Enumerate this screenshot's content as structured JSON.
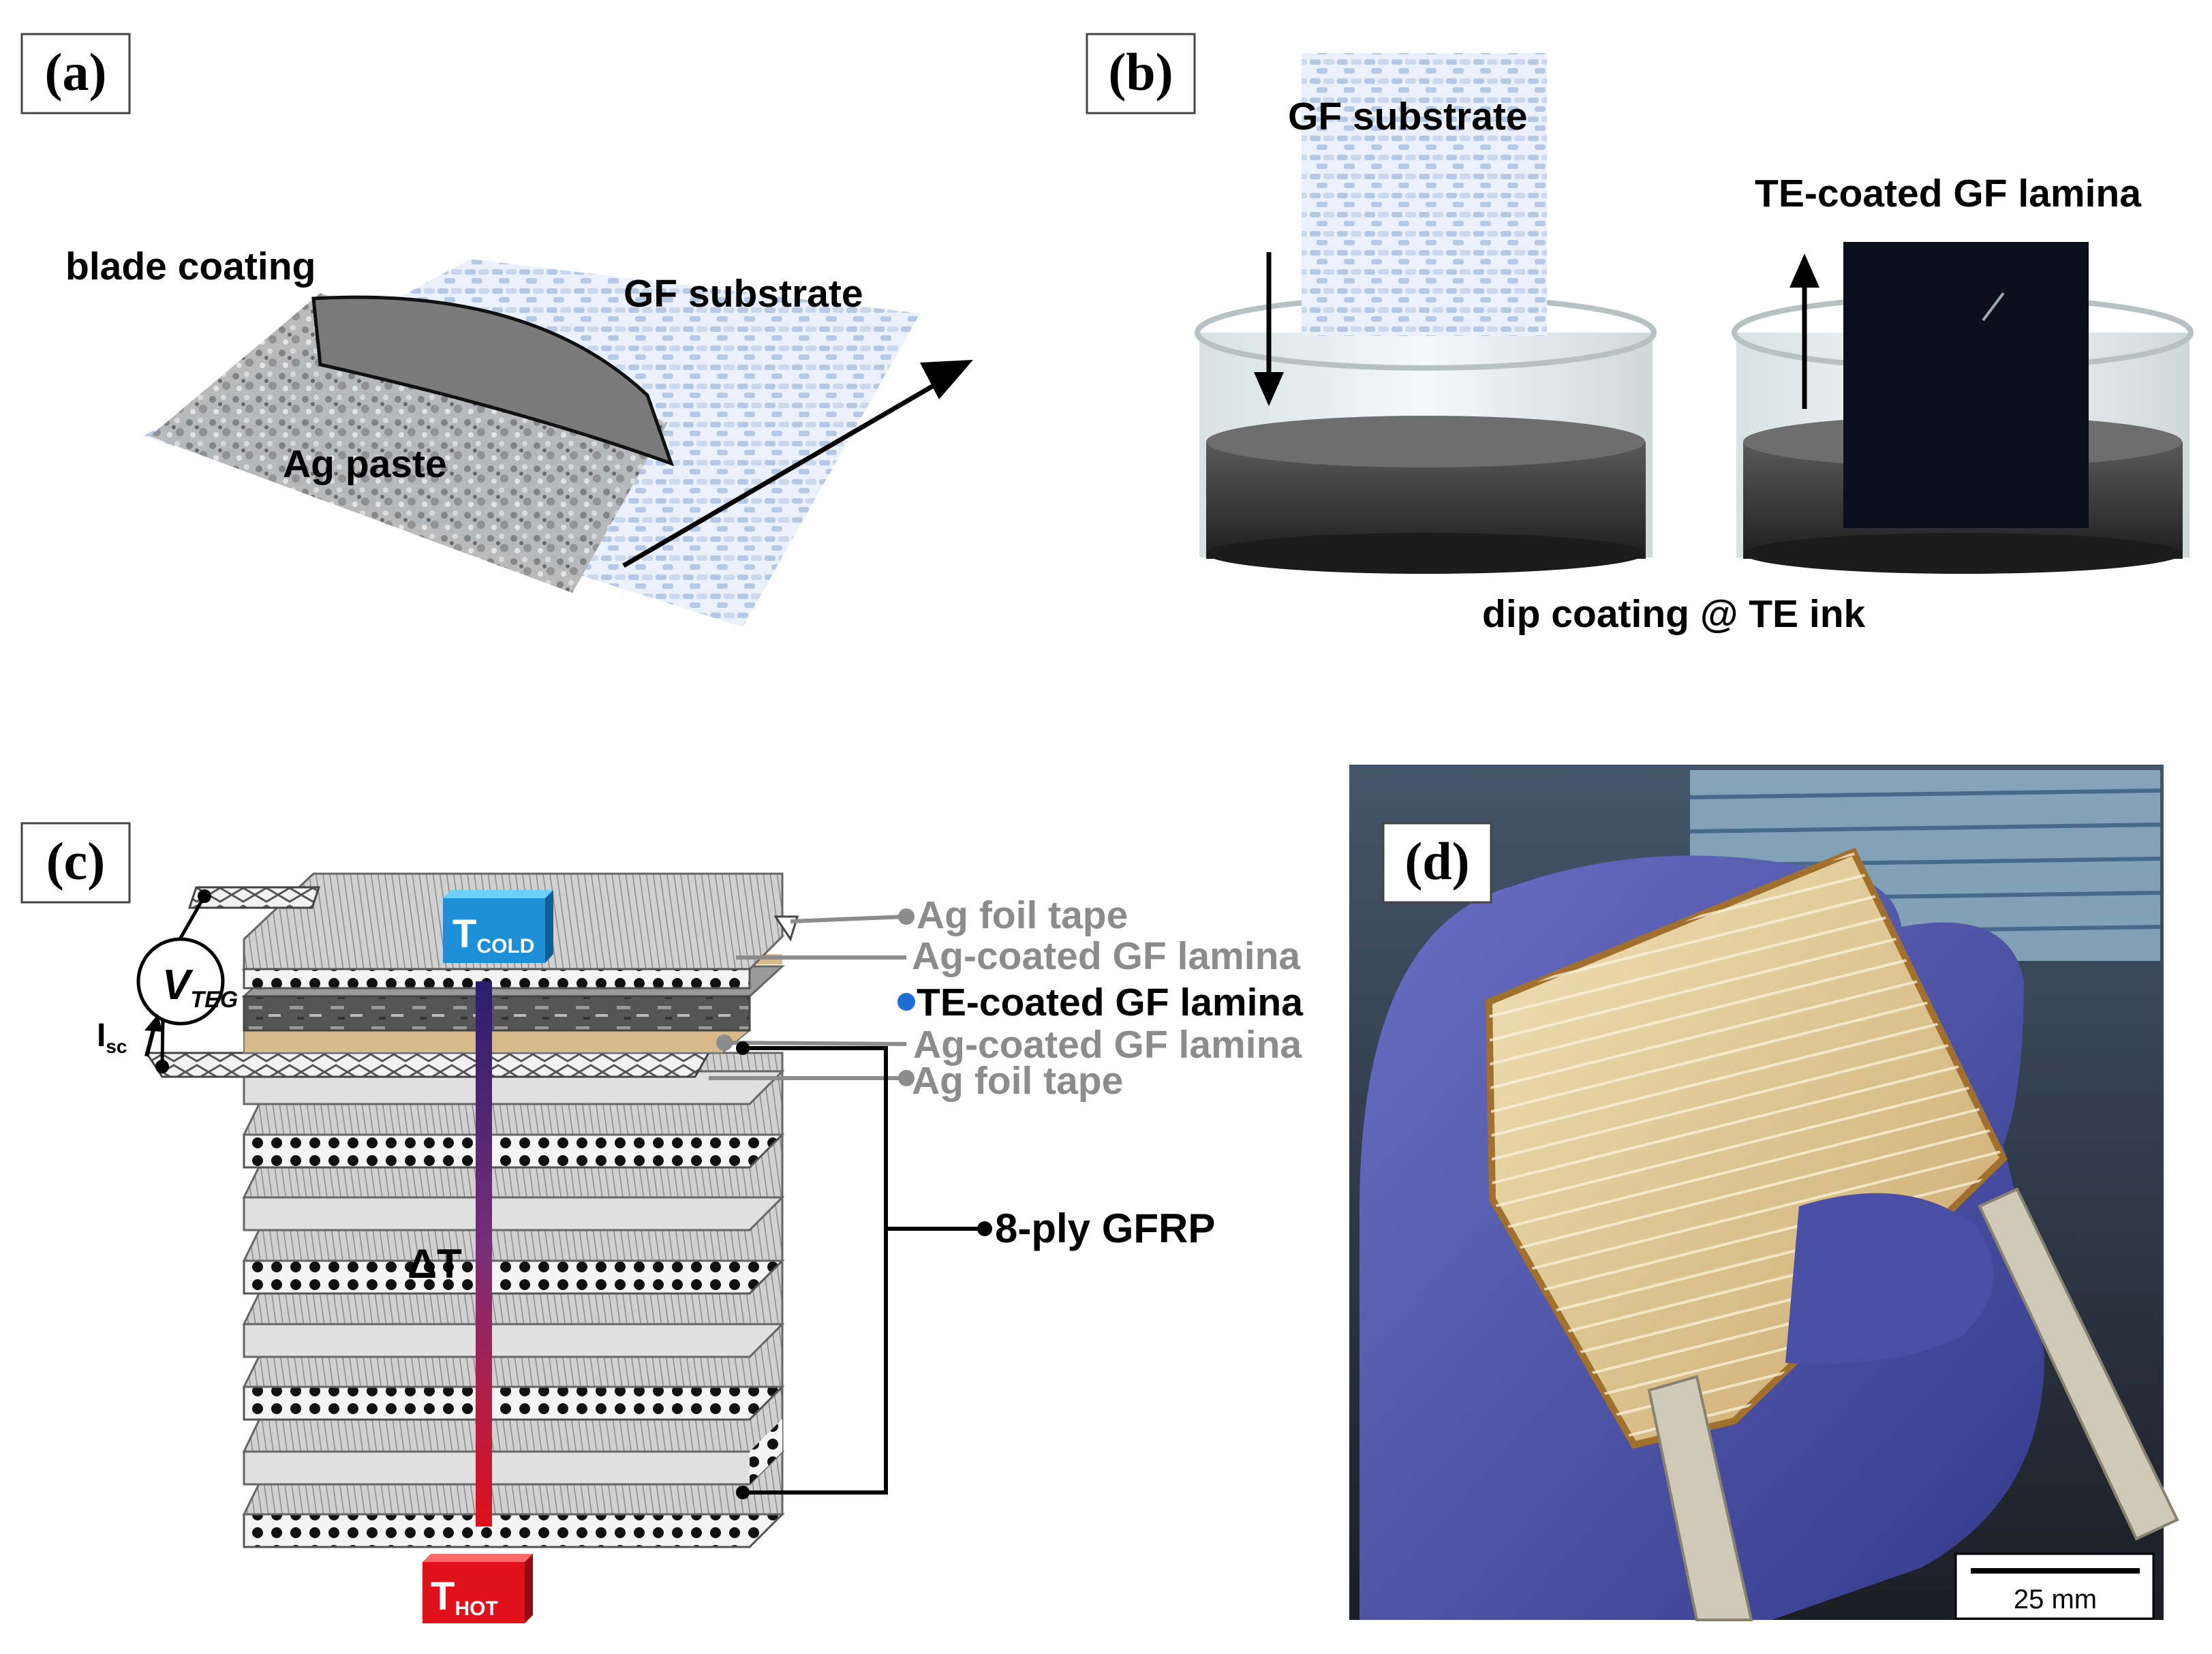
{
  "panels": {
    "a": {
      "label": "(a)",
      "blade_coating": "blade coating",
      "gf_substrate": "GF substrate",
      "ag_paste": "Ag paste"
    },
    "b": {
      "label": "(b)",
      "gf_substrate": "GF substrate",
      "te_coated": "TE-coated GF lamina",
      "dip_coating": "dip coating @ TE ink"
    },
    "c": {
      "label": "(c)",
      "ag_foil_tape_top": "Ag foil tape",
      "ag_coated_top": "Ag-coated GF lamina",
      "te_coated": "TE-coated GF lamina",
      "ag_coated_bottom": "Ag-coated GF lamina",
      "ag_foil_tape_bottom": "Ag foil tape",
      "gfrp": "8-ply GFRP",
      "t_cold_main": "T",
      "t_cold_sub": "COLD",
      "t_hot_main": "T",
      "t_hot_sub": "HOT",
      "delta_t": "ΔT",
      "v_main": "V",
      "v_sub": "TEG",
      "i_main": "I",
      "i_sub": "sc"
    },
    "d": {
      "label": "(d)",
      "scale": "25 mm"
    }
  },
  "colors": {
    "cold": "#1d8fd6",
    "hot": "#e0101c",
    "gradient_top": "#2a1f6e",
    "grey_label": "#8c8c8c"
  }
}
